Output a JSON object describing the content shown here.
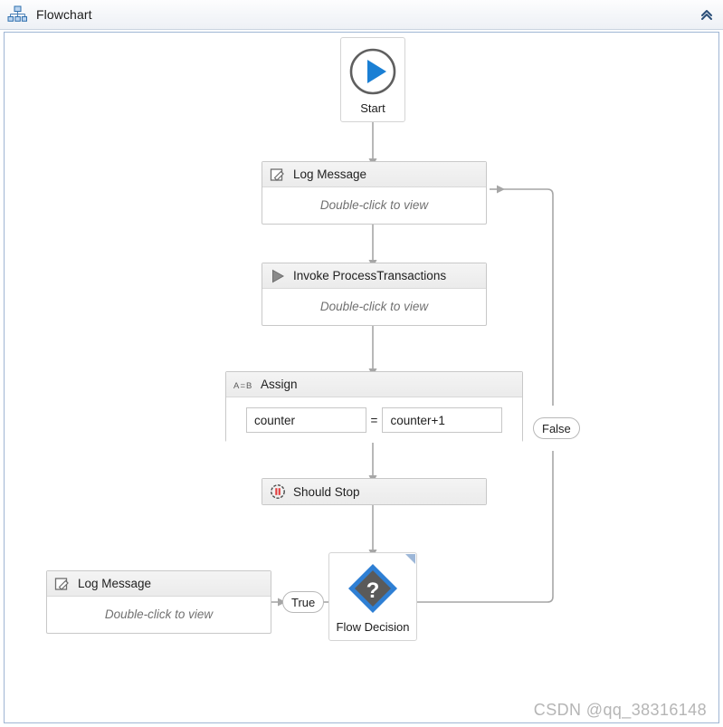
{
  "window": {
    "title": "Flowchart",
    "icon": "hierarchy-icon",
    "collapse_label": "«",
    "border_color": "#9fb6d4"
  },
  "nodes": {
    "start": {
      "label": "Start",
      "icon": "play-circle-icon",
      "accent": "#1a7fd4"
    },
    "log_message_top": {
      "title": "Log Message",
      "icon": "edit-pencil-icon",
      "body": "Double-click to view"
    },
    "invoke": {
      "title": "Invoke ProcessTransactions",
      "icon": "invoke-play-icon",
      "body": "Double-click to view"
    },
    "assign": {
      "title": "Assign",
      "icon": "a-equals-b-icon",
      "left_value": "counter",
      "operator": "=",
      "right_value": "counter+1"
    },
    "should_stop": {
      "title": "Should Stop",
      "icon": "pause-circle-icon",
      "accent": "#e23b3b"
    },
    "flow_decision": {
      "label": "Flow Decision",
      "icon": "question-diamond-icon",
      "accent": "#2e7fd4"
    },
    "log_message_bottom": {
      "title": "Log Message",
      "icon": "edit-pencil-icon",
      "body": "Double-click to view"
    }
  },
  "edges": {
    "true_label": "True",
    "false_label": "False",
    "stroke": "#a6a6a6"
  },
  "watermark": {
    "text": "CSDN @qq_38316148"
  }
}
